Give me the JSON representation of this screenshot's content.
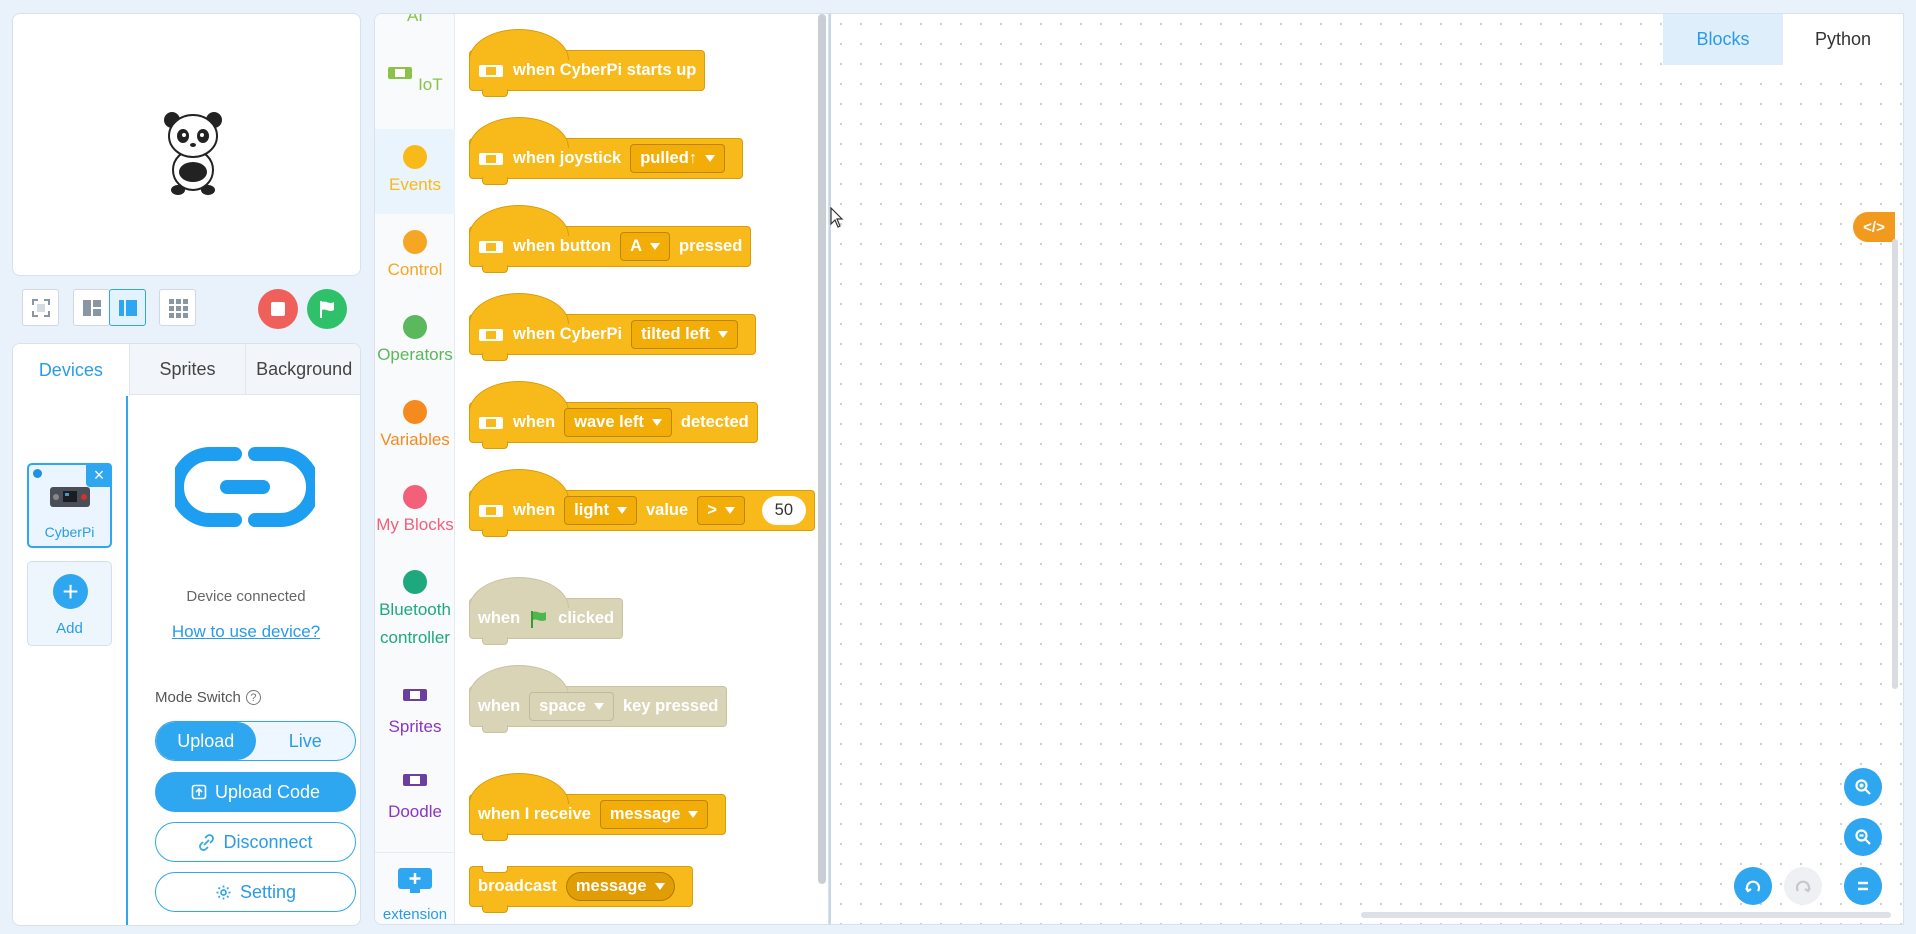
{
  "stage_toolbar": {
    "fullscreen_icon": "fullscreen-icon",
    "layout_icons": [
      "small-stage-icon",
      "normal-stage-icon",
      "grid-stage-icon"
    ],
    "stop_icon": "stop-icon",
    "go_icon": "green-flag-icon"
  },
  "device_tabs": [
    {
      "label": "Devices"
    },
    {
      "label": "Sprites"
    },
    {
      "label": "Background"
    }
  ],
  "devices": {
    "items": [
      {
        "label": "CyberPi"
      }
    ],
    "add_label": "Add"
  },
  "device_info": {
    "status": "Device connected",
    "how_to": "How to use device?",
    "mode_switch_label": "Mode Switch",
    "mode_options": [
      "Upload",
      "Live"
    ],
    "upload_code": "Upload Code",
    "disconnect": "Disconnect",
    "setting": "Setting"
  },
  "categories": [
    {
      "label": "AI",
      "color": "#8bc34a"
    },
    {
      "label": "IoT",
      "color": "#8bc34a"
    },
    {
      "label": "Events",
      "color": "#f8b91b"
    },
    {
      "label": "Control",
      "color": "#f5a623"
    },
    {
      "label": "Operators",
      "color": "#5cb85c"
    },
    {
      "label": "Variables",
      "color": "#f58a1f"
    },
    {
      "label": "My Blocks",
      "color": "#f2607a"
    },
    {
      "label": "Bluetooth controller",
      "color": "#1ea97c"
    },
    {
      "label": "Sprites",
      "color": "#8b34c9"
    },
    {
      "label": "Doodle",
      "color": "#8b34c9"
    },
    {
      "label": "extension",
      "color": "#2a9be8"
    }
  ],
  "blocks": {
    "b1": {
      "text": "when CyberPi starts up"
    },
    "b2": {
      "pre": "when joystick",
      "dd": "pulled↑"
    },
    "b3": {
      "pre": "when button",
      "dd": "A",
      "post": "pressed"
    },
    "b4": {
      "pre": "when CyberPi",
      "dd": "tilted left"
    },
    "b5": {
      "pre": "when",
      "dd": "wave left",
      "post": "detected"
    },
    "b6": {
      "pre": "when",
      "dd": "light",
      "mid": "value",
      "dd2": ">",
      "num": "50"
    },
    "b7": {
      "pre": "when",
      "post": "clicked"
    },
    "b8": {
      "pre": "when",
      "dd": "space",
      "post": "key pressed"
    },
    "b9": {
      "pre": "when I receive",
      "dd": "message"
    },
    "b10": {
      "pre": "broadcast",
      "dd": "message"
    }
  },
  "workspace": {
    "mode_tabs": [
      {
        "label": "Blocks"
      },
      {
        "label": "Python"
      }
    ],
    "code_badge": "</>"
  }
}
